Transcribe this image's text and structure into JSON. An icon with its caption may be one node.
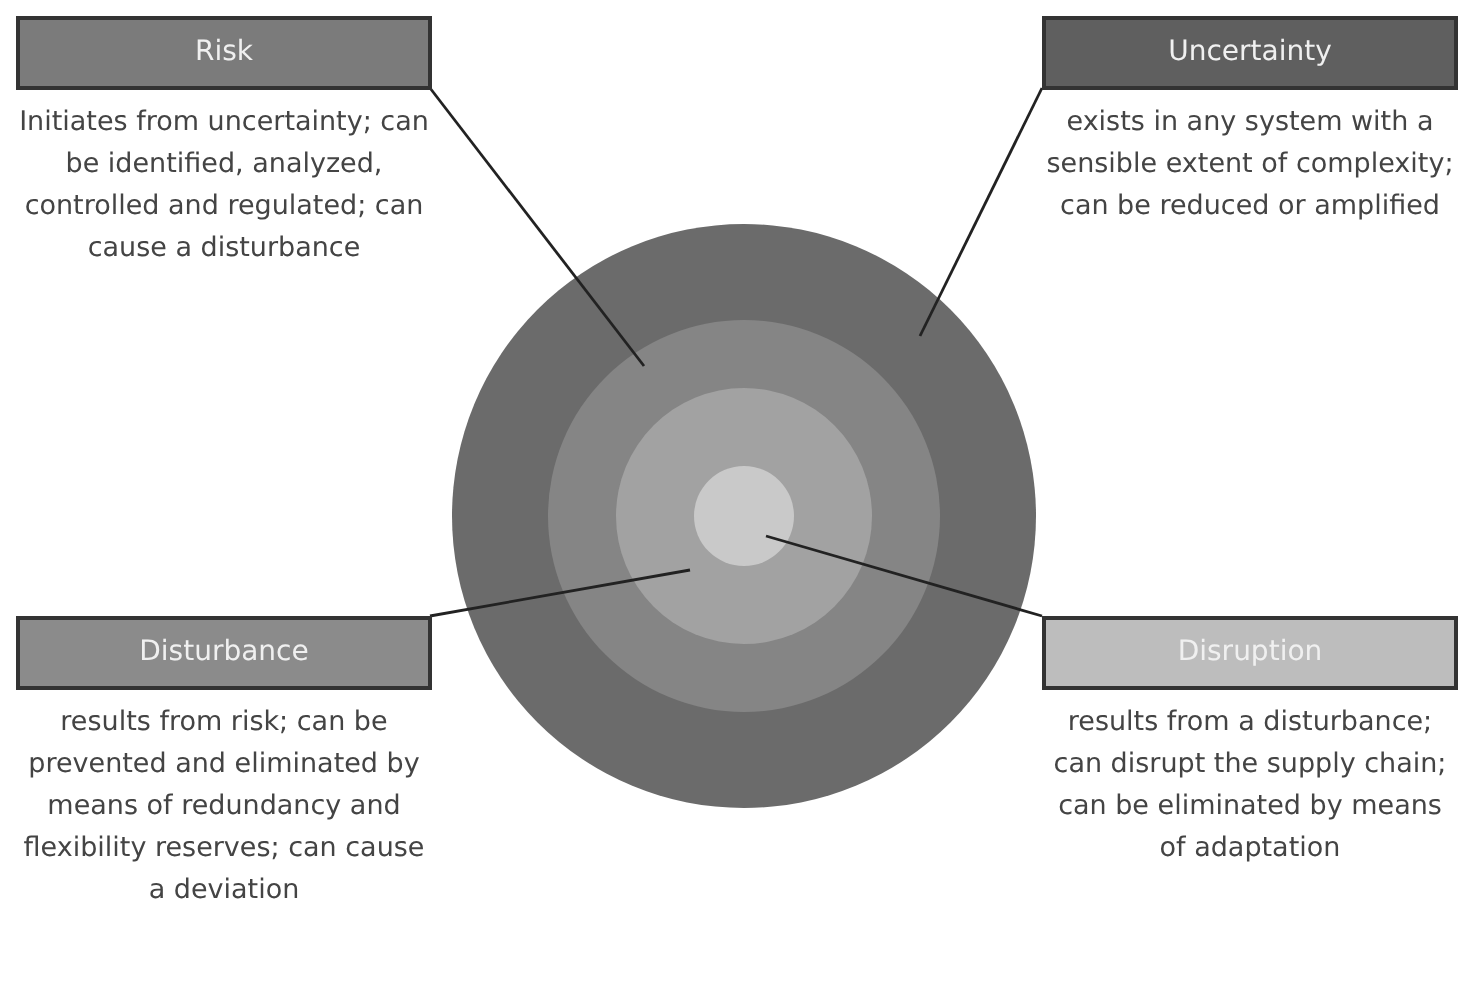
{
  "diagram": {
    "nodes": [
      {
        "text": [
          "Risk",
          "Initiates from uncertainty; can be identified, analyzed, controlled and regulated; can cause a disturbance"
        ]
      },
      {
        "text": [
          "Uncertainty",
          "exists in any system with a sensible extent of complexity; can be reduced or amplified"
        ]
      },
      {
        "text": [],
        "shape": "circle"
      },
      {
        "text": [],
        "shape": "circle",
        "in": 2
      },
      {
        "text": [],
        "shape": "circle",
        "in": 3
      },
      {
        "text": [],
        "shape": "circle",
        "in": 4
      },
      {
        "text": [
          "Disturbance",
          "results from risk; can be prevented and eliminated by means of redundancy and flexibility reserves; can cause a deviation"
        ]
      },
      {
        "text": [
          "Disruption",
          "results from a disturbance; can disrupt the supply chain; can be eliminated by means of adaptation"
        ]
      }
    ],
    "edges": [
      {
        "from": 0,
        "to": 3,
        "arrow": "none"
      },
      {
        "from": 1,
        "to": 2,
        "arrow": "none"
      },
      {
        "from": 6,
        "to": 4,
        "arrow": "none"
      },
      {
        "from": 7,
        "to": 5,
        "arrow": "none"
      }
    ]
  }
}
